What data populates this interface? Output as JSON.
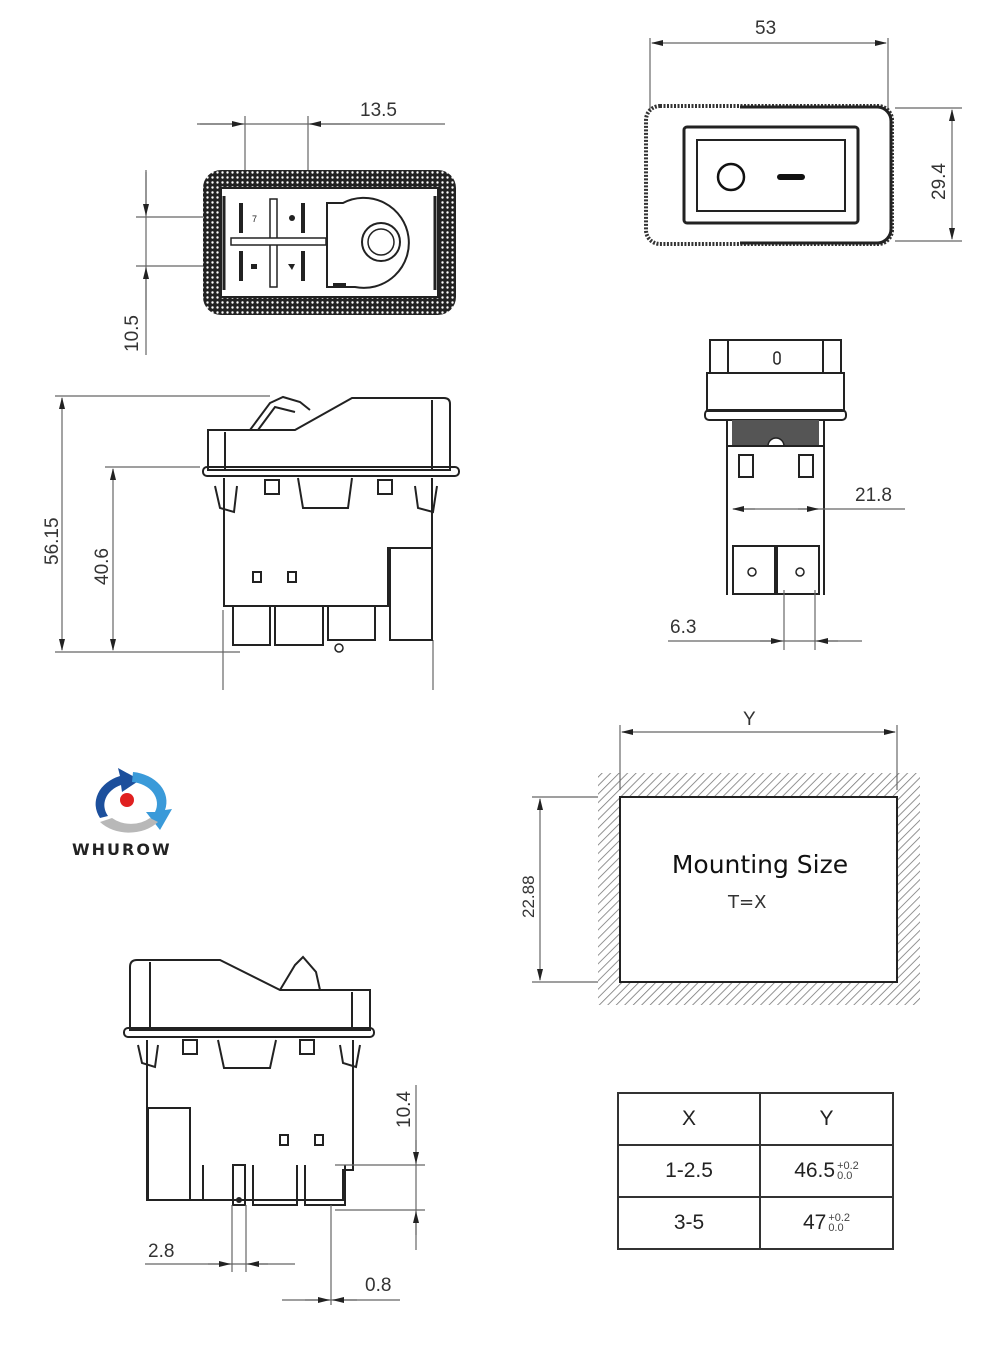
{
  "brand": {
    "name": "WHUROW",
    "logo_colors": {
      "dark_blue": "#1c4f9c",
      "light_blue": "#3a9ad9",
      "gray": "#b8b8b8",
      "red": "#e02020"
    }
  },
  "views": {
    "terminal_top_view": {
      "dim_horizontal": "13.5",
      "dim_vertical": "10.5"
    },
    "front_view": {
      "dim_width": "53",
      "dim_height": "29.4",
      "symbols": [
        "O",
        "—"
      ]
    },
    "side_view_left": {
      "dim_total_height": "56.15",
      "dim_body_height": "40.6"
    },
    "end_view": {
      "dim_body_width": "21.8",
      "dim_terminal_width": "6.3"
    },
    "side_view_bottom": {
      "dim_terminal_length": "10.4",
      "dim_small_terminal": "2.8",
      "dim_terminal_thickness": "0.8"
    }
  },
  "mounting": {
    "title": "Mounting Size",
    "subtitle": "T=X",
    "dim_width_label": "Y",
    "dim_height": "22.88"
  },
  "mount_table": {
    "headers": [
      "X",
      "Y"
    ],
    "rows": [
      {
        "x": "1-2.5",
        "y": "46.5",
        "tol_upper": "+0.2",
        "tol_lower": "0.0"
      },
      {
        "x": "3-5",
        "y": "47",
        "tol_upper": "+0.2",
        "tol_lower": "0.0"
      }
    ]
  }
}
